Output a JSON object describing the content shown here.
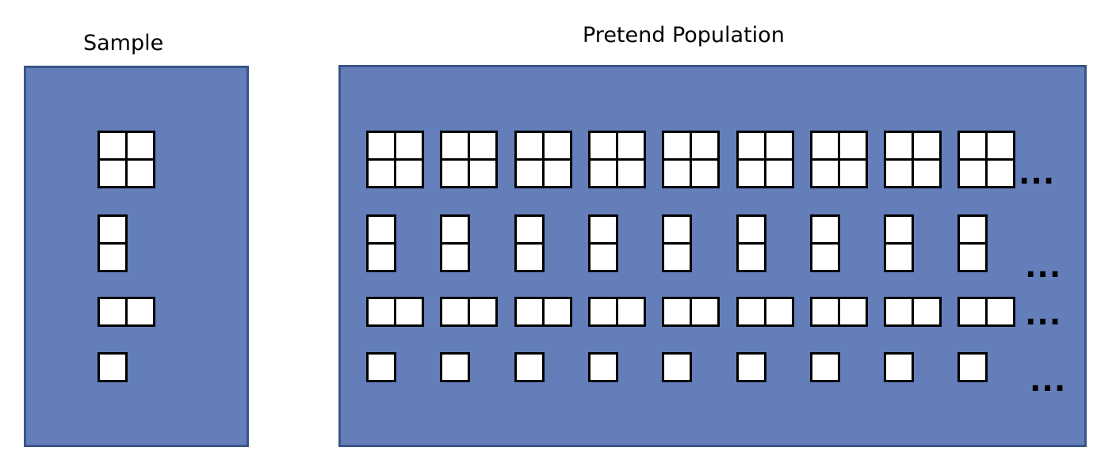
{
  "sample": {
    "title": "Sample"
  },
  "population": {
    "title": "Pretend Population",
    "units_per_row": 9,
    "continuation": "..."
  },
  "unit_types": [
    "2x2",
    "1x2-vertical",
    "2x1-horizontal",
    "1x1"
  ],
  "colors": {
    "panel_fill": "#647eba",
    "panel_border": "#3a5688",
    "unit_fill": "#ffffff",
    "unit_border": "#000000"
  }
}
